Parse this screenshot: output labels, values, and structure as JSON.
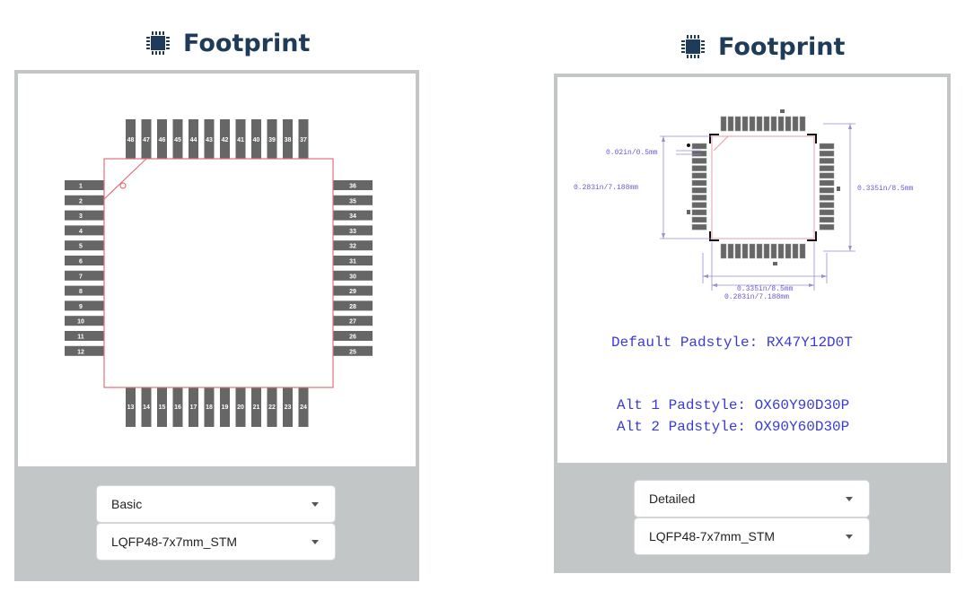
{
  "left": {
    "header_title": "Footprint",
    "view_select": "Basic",
    "footprint_select": "LQFP48-7x7mm_STM",
    "pins_left": [
      "1",
      "2",
      "3",
      "4",
      "5",
      "6",
      "7",
      "8",
      "9",
      "10",
      "11",
      "12"
    ],
    "pins_bottom": [
      "13",
      "14",
      "15",
      "16",
      "17",
      "18",
      "19",
      "20",
      "21",
      "22",
      "23",
      "24"
    ],
    "pins_right": [
      "25",
      "26",
      "27",
      "28",
      "29",
      "30",
      "31",
      "32",
      "33",
      "34",
      "35",
      "36"
    ],
    "pins_top": [
      "37",
      "38",
      "39",
      "40",
      "41",
      "42",
      "43",
      "44",
      "45",
      "46",
      "47",
      "48"
    ]
  },
  "right": {
    "header_title": "Footprint",
    "view_select": "Detailed",
    "footprint_select": "LQFP48-7x7mm_STM",
    "dim_pitch": "0.02in/0.5mm",
    "dim_left": "0.283in/7.188mm",
    "dim_right": "0.335in/8.5mm",
    "dim_bottom_outer": "0.335in/8.5mm",
    "dim_bottom_inner": "0.283in/7.188mm",
    "default_padstyle": "Default Padstyle: RX47Y12D0T",
    "alt1_padstyle": "Alt 1 Padstyle: OX60Y90D30P",
    "alt2_padstyle": "Alt 2 Padstyle: OX90Y60D30P"
  },
  "colors": {
    "pad": "#666666",
    "outline": "#e0707a",
    "dimension": "#9b8ad8",
    "padstyle_text": "#3a3ad6",
    "panel_bg": "#c2c6c7",
    "header_text": "#1f3b5a"
  },
  "icons": {
    "header_icon": "chip-icon",
    "dropdown_icon": "caret-down-icon"
  }
}
